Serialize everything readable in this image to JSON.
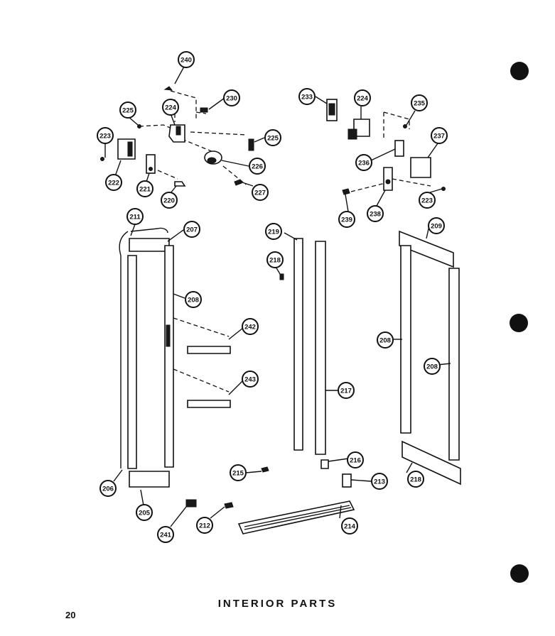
{
  "caption": "INTERIOR PARTS",
  "page_number": "20",
  "callouts": {
    "c240": "240",
    "c230": "230",
    "c224a": "224",
    "c225a": "225",
    "c223a": "223",
    "c222": "222",
    "c221": "221",
    "c220": "220",
    "c225b": "225",
    "c226": "226",
    "c227": "227",
    "c233": "233",
    "c224b": "224",
    "c235": "235",
    "c237": "237",
    "c236": "236",
    "c238": "238",
    "c239": "239",
    "c223b": "223",
    "c211": "211",
    "c207": "207",
    "c208a": "208",
    "c242": "242",
    "c243": "243",
    "c206": "206",
    "c205": "205",
    "c219": "219",
    "c218a": "218",
    "c217": "217",
    "c216": "216",
    "c215": "215",
    "c213": "213",
    "c212": "212",
    "c241": "241",
    "c214": "214",
    "c209": "209",
    "c208b": "208",
    "c208c": "208",
    "c218b": "218"
  }
}
